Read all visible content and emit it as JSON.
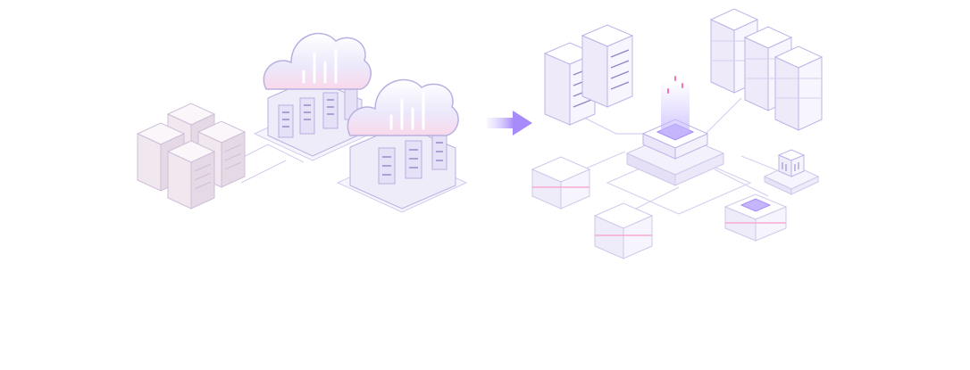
{
  "illustration": {
    "left_group": {
      "legacy_racks": 4,
      "cloud_servers": 2
    },
    "arrow": {
      "icon": "arrow-right-icon"
    },
    "right_group": {
      "hub": "central-processor-hub",
      "top_left_racks": 2,
      "top_right_rack_stacks": 3,
      "small_nodes": 4
    }
  },
  "colors": {
    "accent_purple": "#a78bfa",
    "pink_glow": "#f9a8d4",
    "rack_face": "#f3f1fb",
    "rack_side": "#dcd6f2",
    "rack_top": "#ffffff",
    "legacy_face": "#f5eef4",
    "outline": "#b7aee0",
    "line": "#cfc8ea"
  }
}
